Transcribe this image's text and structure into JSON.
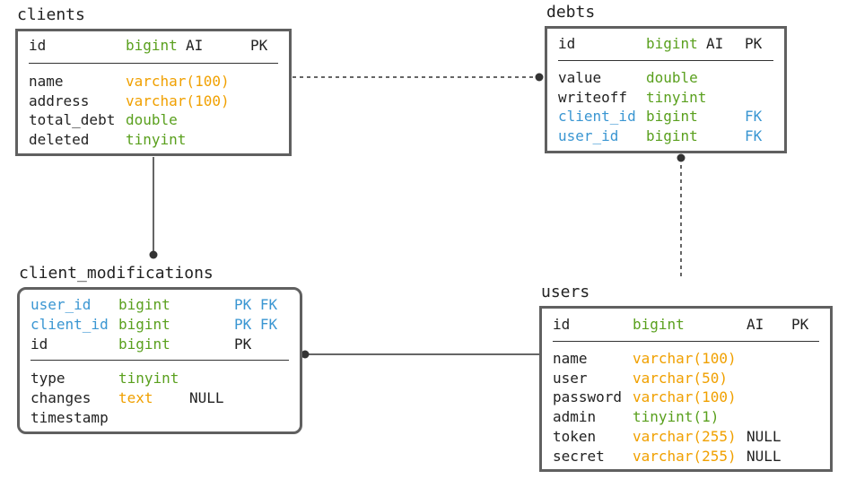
{
  "colors": {
    "border": "#606060",
    "text": "#222222",
    "type_numeric": "#5aa01e",
    "type_string": "#f0a000",
    "foreign_key": "#3a96d2",
    "connector": "#333333"
  },
  "entities": {
    "clients": {
      "title": "clients",
      "key_rows": [
        {
          "name": "id",
          "type": "bigint",
          "extra": "AI",
          "key": "PK"
        }
      ],
      "rows": [
        {
          "name": "name",
          "type": "varchar(100)",
          "extra": "",
          "key": ""
        },
        {
          "name": "address",
          "type": "varchar(100)",
          "extra": "",
          "key": ""
        },
        {
          "name": "total_debt",
          "type": "double",
          "extra": "",
          "key": ""
        },
        {
          "name": "deleted",
          "type": "tinyint",
          "extra": "",
          "key": ""
        }
      ]
    },
    "debts": {
      "title": "debts",
      "key_rows": [
        {
          "name": "id",
          "type": "bigint",
          "extra": "AI",
          "key": "PK"
        }
      ],
      "rows": [
        {
          "name": "value",
          "type": "double",
          "extra": "",
          "key": ""
        },
        {
          "name": "writeoff",
          "type": "tinyint",
          "extra": "",
          "key": ""
        },
        {
          "name": "client_id",
          "type": "bigint",
          "extra": "",
          "key": "FK"
        },
        {
          "name": "user_id",
          "type": "bigint",
          "extra": "",
          "key": "FK"
        }
      ]
    },
    "client_modifications": {
      "title": "client_modifications",
      "key_rows": [
        {
          "name": "user_id",
          "type": "bigint",
          "extra": "",
          "key": "PK FK"
        },
        {
          "name": "client_id",
          "type": "bigint",
          "extra": "",
          "key": "PK FK"
        },
        {
          "name": "id",
          "type": "bigint",
          "extra": "",
          "key": "PK"
        }
      ],
      "rows": [
        {
          "name": "type",
          "type": "tinyint",
          "extra": "",
          "key": ""
        },
        {
          "name": "changes",
          "type": "text",
          "extra": "NULL",
          "key": ""
        },
        {
          "name": "timestamp",
          "type": "",
          "extra": "",
          "key": ""
        }
      ]
    },
    "users": {
      "title": "users",
      "key_rows": [
        {
          "name": "id",
          "type": "bigint",
          "extra": "AI",
          "key": "PK"
        }
      ],
      "rows": [
        {
          "name": "name",
          "type": "varchar(100)",
          "extra": "",
          "key": ""
        },
        {
          "name": "user",
          "type": "varchar(50)",
          "extra": "",
          "key": ""
        },
        {
          "name": "password",
          "type": "varchar(100)",
          "extra": "",
          "key": ""
        },
        {
          "name": "admin",
          "type": "tinyint(1)",
          "extra": "",
          "key": ""
        },
        {
          "name": "token",
          "type": "varchar(255)",
          "extra": "NULL",
          "key": ""
        },
        {
          "name": "secret",
          "type": "varchar(255)",
          "extra": "NULL",
          "key": ""
        }
      ]
    }
  },
  "relationships": [
    {
      "from": "clients",
      "to": "debts",
      "style": "dashed"
    },
    {
      "from": "clients",
      "to": "client_modifications",
      "style": "solid"
    },
    {
      "from": "users",
      "to": "debts",
      "style": "dashed"
    },
    {
      "from": "users",
      "to": "client_modifications",
      "style": "solid"
    }
  ]
}
